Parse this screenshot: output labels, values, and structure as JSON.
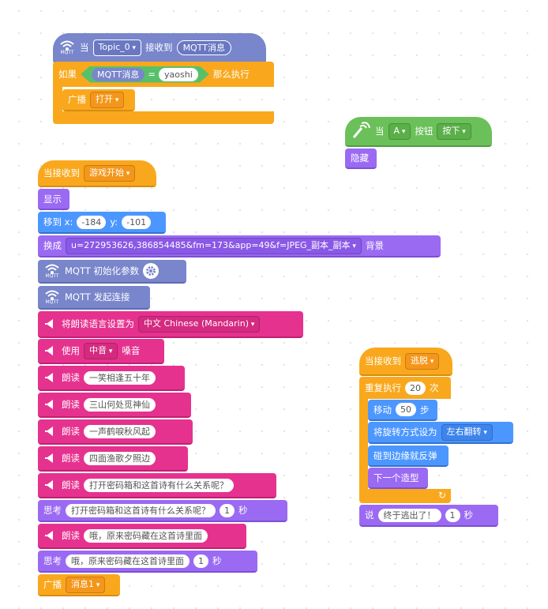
{
  "script1": {
    "hat_when": "当",
    "hat_topic": "Topic_0",
    "hat_recv": "接收到",
    "hat_msg": "MQTT消息",
    "if_label": "如果",
    "cond_left": "MQTT消息",
    "cond_op": "=",
    "cond_right": "yaoshi",
    "then_label": "那么执行",
    "bc_label": "广播",
    "bc_msg": "打开"
  },
  "script2": {
    "wifi_label": "MQTT",
    "hat_when": "当",
    "hat_key": "A",
    "hat_btn": "按钮",
    "hat_state": "按下",
    "hide": "隐藏"
  },
  "script3": {
    "hat_recv": "当接收到",
    "hat_msg": "游戏开始",
    "show": "显示",
    "goto_label": "移到 x:",
    "goto_x": "-184",
    "goto_y_label": "y:",
    "goto_y": "-101",
    "switch_label": "换成",
    "switch_value": "u=272953626,386854485&fm=173&app=49&f=JPEG_副本_副本",
    "switch_suffix": "背景",
    "mqtt_init": "MQTT 初始化参数",
    "mqtt_connect": "MQTT 发起连接",
    "lang_label": "将朗读语言设置为",
    "lang_value": "中文 Chinese (Mandarin)",
    "use_label": "使用",
    "voice_value": "中音",
    "voice_suffix": "嗓音",
    "read_label": "朗读",
    "reads": [
      "一笑相逢五十年",
      "三山何处觅神仙",
      "一声鹤唳秋风起",
      "四面渔歌夕照边",
      "打开密码箱和这首诗有什么关系呢？"
    ],
    "think_label": "思考",
    "think1_text": "打开密码箱和这首诗有什么关系呢？",
    "think1_secs": "1",
    "secs_label": "秒",
    "read_last": "哦，原来密码藏在这首诗里面",
    "think2_text": "哦，原来密码藏在这首诗里面",
    "think2_secs": "1",
    "bc_label": "广播",
    "bc_msg": "消息1"
  },
  "script4": {
    "hat_recv": "当接收到",
    "hat_msg": "逃脱",
    "repeat_label": "重复执行",
    "repeat_count": "20",
    "repeat_suffix": "次",
    "move_label": "移动",
    "move_steps": "50",
    "move_suffix": "步",
    "rotate_label": "将旋转方式设为",
    "rotate_value": "左右翻转",
    "bounce": "碰到边缘就反弹",
    "next_costume": "下一个造型",
    "say_label": "说",
    "say_text": "终于逃出了！",
    "say_secs": "1",
    "secs_label": "秒"
  },
  "colors": {
    "event": "#f9a81d",
    "iot": "#7986cb",
    "looks": "#9b6af3",
    "motion": "#4c97ff",
    "audio": "#e6328f",
    "operator": "#58c06a",
    "sensing": "#6a9dd6",
    "ir": "#6bc05a"
  }
}
